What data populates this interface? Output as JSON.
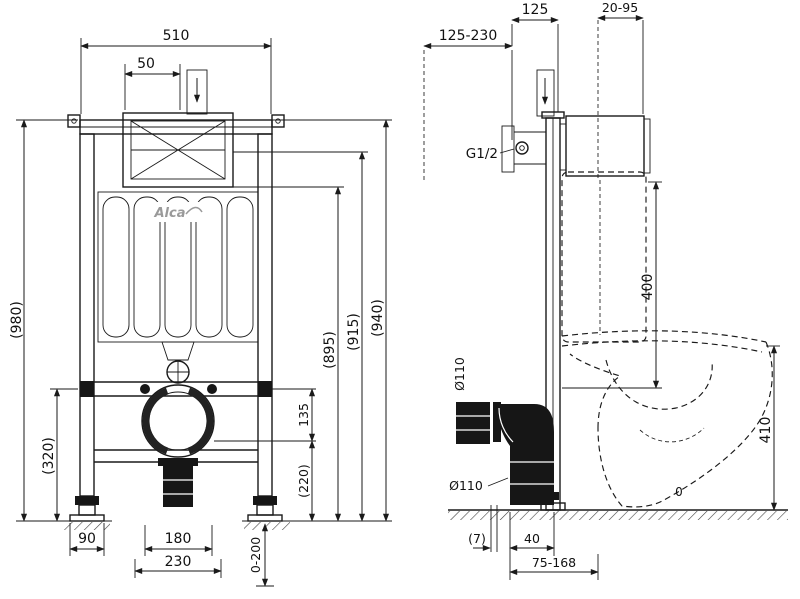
{
  "meta": {
    "background": "#ffffff",
    "line_color": "#1a1a1a",
    "logo_color": "#9a9a9a",
    "drawing_type": "installation frame for wall-hung WC, front and side view with dimensions"
  },
  "logo": {
    "text": "Alca"
  },
  "front_view": {
    "top_width": "510",
    "offset_50": "50",
    "total_height": "(980)",
    "lower_height": "(320)",
    "foot_width": "90",
    "bolt_spacing": "180",
    "base_width": "230",
    "leg_adjust": "0-200",
    "dim_135": "135",
    "dim_220": "(220)",
    "dim_895": "(895)",
    "dim_915": "(915)",
    "dim_940": "(940)"
  },
  "side_view": {
    "depth_adjust": "125-230",
    "depth": "125",
    "plate_depth": "20-95",
    "water_inlet": "G1/2",
    "outlet_dia_top": "Ø110",
    "outlet_dia_bottom": "Ø110",
    "height_400": "400",
    "bowl_height": "410",
    "gap_7": "(7)",
    "outlet_dim_40": "40",
    "outlet_range": "75-168",
    "zero_mark": "0"
  }
}
